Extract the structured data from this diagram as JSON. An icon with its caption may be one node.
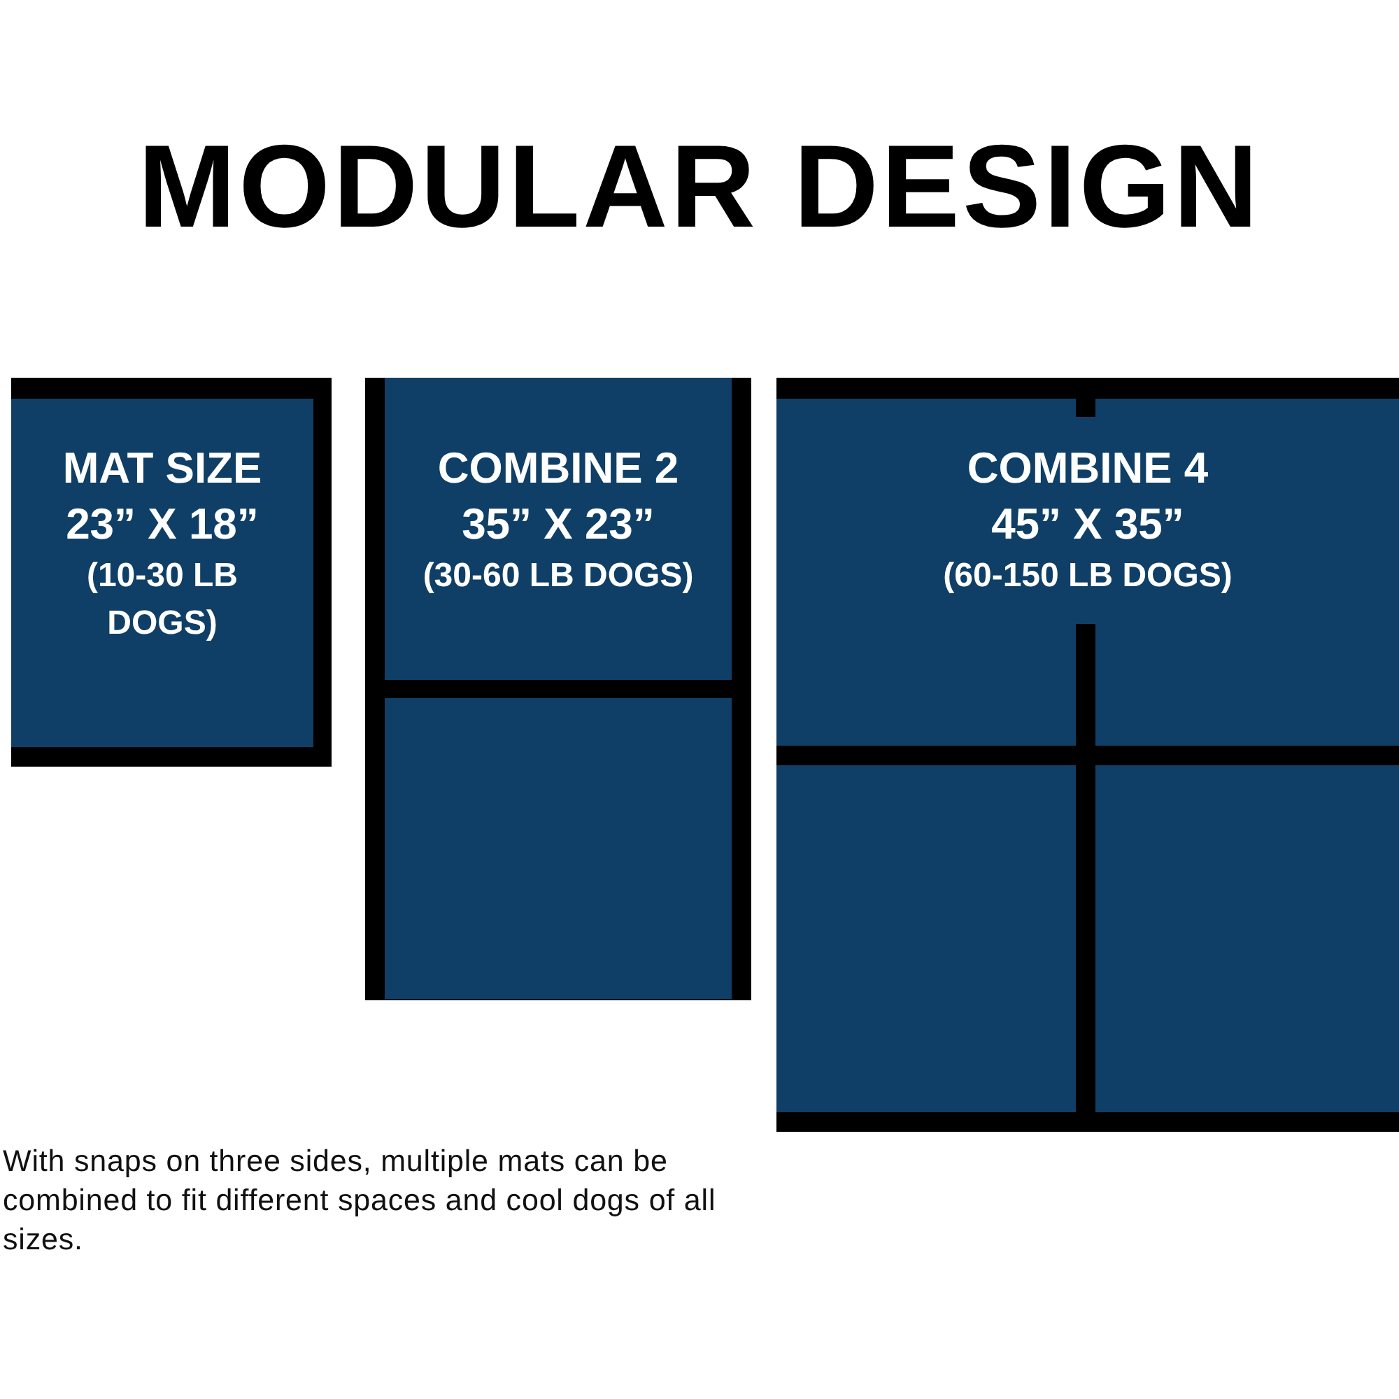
{
  "diagram": {
    "title": "MODULAR DESIGN",
    "nodes": [
      {
        "text": [
          "MAT SIZE",
          "23” X 18”",
          "(10-30 LB DOGS)"
        ]
      },
      {
        "text": [],
        "shape": "box"
      },
      {
        "text": [
          "COMBINE 2",
          "35” X 23”",
          "(30-60 LB DOGS)"
        ],
        "in": 1
      },
      {
        "text": [],
        "shape": "box",
        "in": 1
      },
      {
        "text": [
          "COMBINE 4",
          "45” X 35”",
          "(60-150 LB DOGS)"
        ]
      },
      {
        "text": [],
        "shape": "box",
        "in": 4
      },
      {
        "text": [],
        "shape": "box",
        "in": 4
      },
      {
        "text": [],
        "shape": "box",
        "in": 4
      },
      {
        "text": [],
        "shape": "box",
        "in": 4
      }
    ],
    "edges": [],
    "caption": "With snaps on three sides, multiple mats can be combined to fit different spaces and cool dogs of all sizes."
  }
}
